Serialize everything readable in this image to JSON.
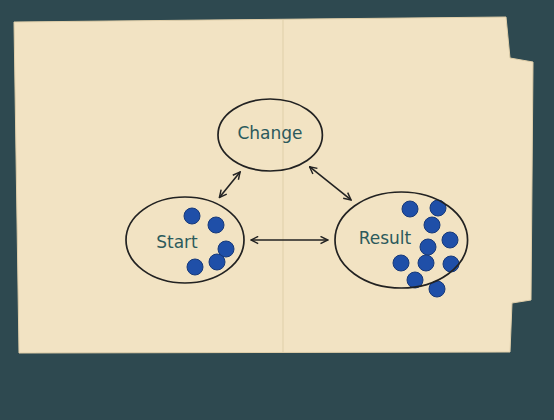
{
  "diagram": {
    "nodes": [
      {
        "text": [
          "Change"
        ]
      },
      {
        "text": [
          "Start"
        ]
      },
      {
        "text": [
          "Result"
        ]
      }
    ],
    "edges": [
      {
        "from": 1,
        "to": 0,
        "arrow": "both"
      },
      {
        "from": 0,
        "to": 2,
        "arrow": "both"
      },
      {
        "from": 1,
        "to": 2,
        "arrow": "both"
      }
    ]
  }
}
